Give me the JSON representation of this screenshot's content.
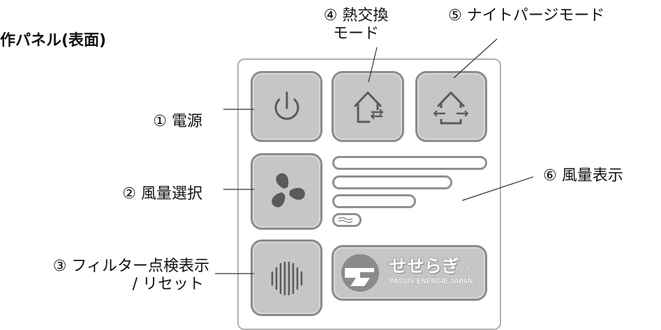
{
  "title": "作パネル(表面)",
  "callouts": {
    "power": "① 電源",
    "fan_select": "② 風量選択",
    "filter_line1": "③ フィルター点検表示",
    "filter_line2": "/ リセット",
    "heat_exchange_line1": "④ 熱交換",
    "heat_exchange_line2": "モード",
    "night_purge": "⑤ ナイトパージモード",
    "fan_display": "⑥ 風量表示"
  },
  "panel": {
    "icons": [
      "power-icon",
      "house-heat-exchange-icon",
      "house-night-purge-icon",
      "fan-icon",
      "filter-icon"
    ],
    "fan_level_bars": 4,
    "logo": {
      "name": "せせらぎ",
      "subtitle": "PASSIV ENERGIE JAPAN",
      "mark": "®"
    }
  },
  "colors": {
    "button_fill": "#c6c6c6",
    "button_border": "#8b8b8b",
    "panel_border": "#b0b0b0",
    "icon_stroke": "#5a5a5a"
  }
}
